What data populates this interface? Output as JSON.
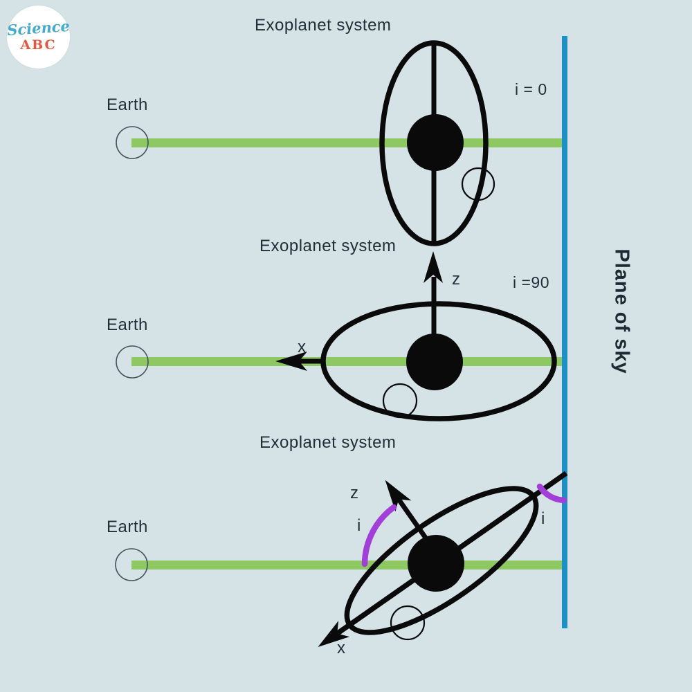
{
  "logo": {
    "name": "Science",
    "abc": "ABC"
  },
  "plane_of_sky_label": "Plane of sky",
  "panels": {
    "top": {
      "title": "Exoplanet system",
      "earth": "Earth",
      "inclination": "i = 0"
    },
    "middle": {
      "title": "Exoplanet system",
      "earth": "Earth",
      "inclination": "i =90",
      "z_axis": "z",
      "x_axis": "x"
    },
    "bottom": {
      "title": "Exoplanet system",
      "earth": "Earth",
      "z_axis": "z",
      "x_axis": "x",
      "inclination_left": "i",
      "inclination_right": "i"
    }
  },
  "colors": {
    "background": "#d5e3e7",
    "line_of_sight_green": "#8dc863",
    "plane_of_sky_blue": "#1f90c4",
    "inclination_purple": "#a23fd8",
    "diagram_black": "#0a0a0a",
    "text": "#20303a",
    "logo_science_blue": "#46aacb",
    "logo_abc_orange": "#e2573e"
  }
}
